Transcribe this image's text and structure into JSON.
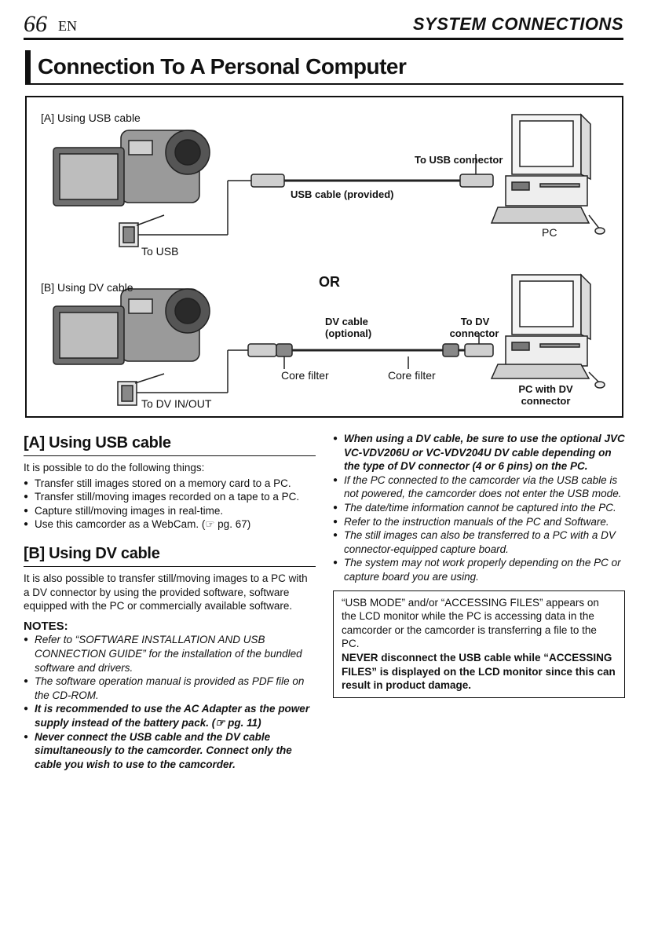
{
  "header": {
    "page_number": "66",
    "language": "EN",
    "section": "SYSTEM CONNECTIONS"
  },
  "title": "Connection To A Personal Computer",
  "diagram": {
    "a_label": "[A] Using USB cable",
    "to_usb_connector": "To USB connector",
    "usb_cable": "USB cable (provided)",
    "pc": "PC",
    "to_usb": "To USB",
    "or": "OR",
    "b_label": "[B] Using DV cable",
    "dv_cable_1": "DV cable",
    "dv_cable_2": "(optional)",
    "to_dv_1": "To DV",
    "to_dv_2": "connector",
    "core_filter_1": "Core filter",
    "core_filter_2": "Core filter",
    "pc_with_dv_1": "PC with DV",
    "pc_with_dv_2": "connector",
    "to_dv_inout": "To DV IN/OUT"
  },
  "section_a": {
    "heading": "[A] Using USB cable",
    "intro": "It is possible to do the following things:",
    "bullets": [
      "Transfer still images stored on a memory card to a PC.",
      "Transfer still/moving images recorded on a tape to a PC.",
      "Capture still/moving images in real-time.",
      "Use this camcorder as a WebCam. (☞ pg. 67)"
    ]
  },
  "section_b": {
    "heading": "[B] Using DV cable",
    "intro": "It is also possible to transfer still/moving images to a PC with a DV connector by using the provided software, software equipped with the PC or commercially available software."
  },
  "notes": {
    "heading": "NOTES:",
    "items": [
      "Refer to “SOFTWARE INSTALLATION AND USB CONNECTION GUIDE” for the installation of the bundled software and drivers.",
      "The software operation manual is provided as PDF file on the CD-ROM.",
      "It is recommended to use the AC Adapter as the power supply instead of the battery pack. (☞ pg. 11)",
      "Never connect the USB cable and the DV cable simultaneously to the camcorder. Connect only the cable you wish to use to the camcorder."
    ]
  },
  "right_notes": [
    "When using a DV cable, be sure to use the optional JVC VC-VDV206U or VC-VDV204U DV cable depending on the type of DV connector (4 or 6 pins) on the PC.",
    "If the PC connected to the camcorder via the USB cable is not powered, the camcorder does not enter the USB mode.",
    "The date/time information cannot be captured into the PC.",
    "Refer to the instruction manuals of the PC and Software.",
    "The still images can also be transferred to a PC with a DV connector-equipped capture board.",
    "The system may not work properly depending on the PC or capture board you are using."
  ],
  "warning": {
    "text": "“USB MODE” and/or “ACCESSING FILES” appears on the LCD monitor while the PC is accessing data in the camcorder or the camcorder is transferring a file to the PC.",
    "strong": "NEVER disconnect the USB cable while “ACCESSING FILES” is displayed on the LCD monitor since this can result in product damage."
  }
}
